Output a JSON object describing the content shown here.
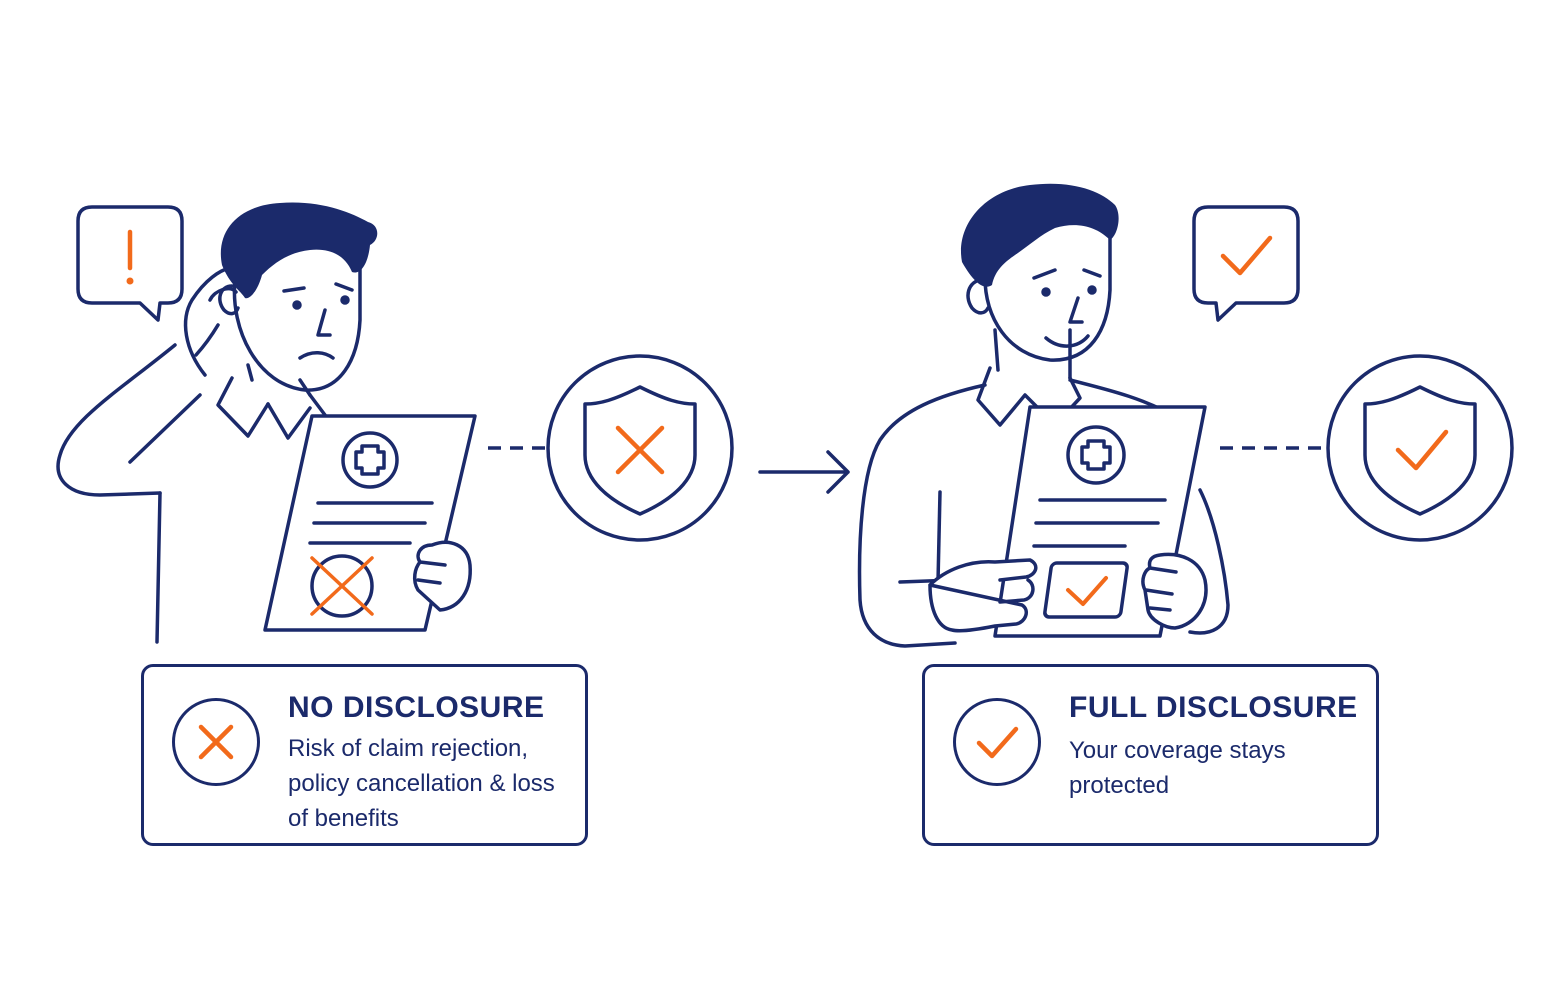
{
  "colors": {
    "navy": "#1b2a6b",
    "accent": "#f26a1b",
    "background": "#ffffff"
  },
  "left_panel": {
    "card": {
      "icon": "x-icon",
      "title": "NO DISCLOSURE",
      "description": "Risk of claim rejection, policy cancellation & loss of benefits"
    },
    "speech_bubble_icon": "exclamation-icon",
    "document_mark_icon": "x-icon",
    "shield_icon": "shield-x-icon"
  },
  "transition_arrow_icon": "arrow-right-icon",
  "right_panel": {
    "card": {
      "icon": "check-icon",
      "title": "FULL DISCLOSURE",
      "description": "Your coverage stays protected"
    },
    "speech_bubble_icon": "check-icon",
    "document_mark_icon": "check-icon",
    "shield_icon": "shield-check-icon"
  }
}
